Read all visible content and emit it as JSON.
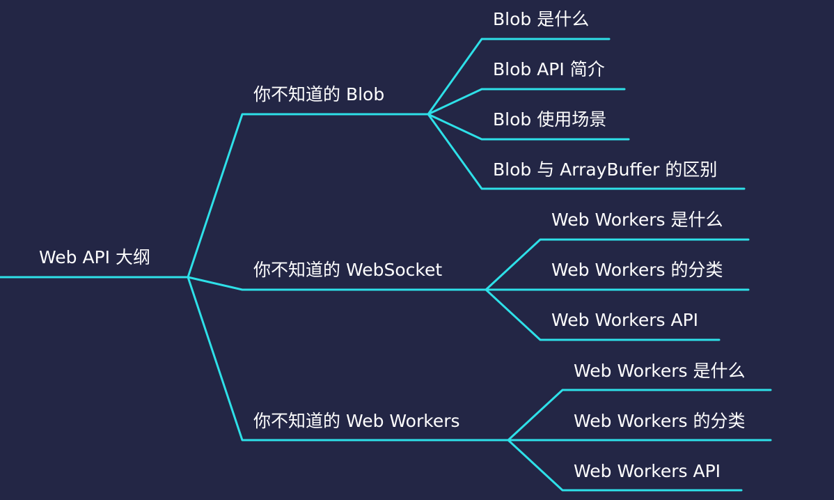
{
  "colors": {
    "background": "#232645",
    "line": "#2ee0e8",
    "text": "#ffffff"
  },
  "diagram": {
    "root": {
      "label": "Web API 大纲",
      "children": [
        {
          "label": "你不知道的 Blob",
          "children": [
            {
              "label": "Blob 是什么"
            },
            {
              "label": "Blob API 简介"
            },
            {
              "label": "Blob 使用场景"
            },
            {
              "label": "Blob 与 ArrayBuffer 的区别"
            }
          ]
        },
        {
          "label": "你不知道的 WebSocket",
          "children": [
            {
              "label": "Web Workers 是什么"
            },
            {
              "label": "Web Workers 的分类"
            },
            {
              "label": "Web Workers API"
            }
          ]
        },
        {
          "label": "你不知道的 Web Workers",
          "children": [
            {
              "label": "Web Workers 是什么"
            },
            {
              "label": "Web Workers 的分类"
            },
            {
              "label": "Web Workers API"
            }
          ]
        }
      ]
    }
  }
}
